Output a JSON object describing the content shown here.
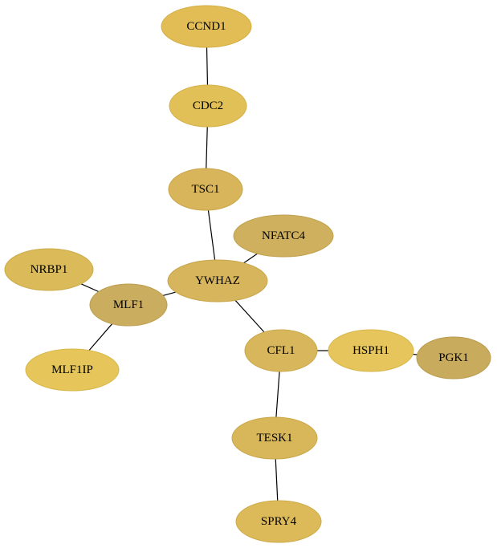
{
  "graph": {
    "nodes": [
      {
        "id": "CCND1",
        "label": "CCND1",
        "color": "#e2bd55",
        "stroke": "#d3ae45"
      },
      {
        "id": "CDC2",
        "label": "CDC2",
        "color": "#e2c058",
        "stroke": "#d3b148"
      },
      {
        "id": "TSC1",
        "label": "TSC1",
        "color": "#d8b55a",
        "stroke": "#c9a64a"
      },
      {
        "id": "NFATC4",
        "label": "NFATC4",
        "color": "#cfb05e",
        "stroke": "#c0a14e"
      },
      {
        "id": "YWHAZ",
        "label": "YWHAZ",
        "color": "#d6b55c",
        "stroke": "#c7a64c"
      },
      {
        "id": "NRBP1",
        "label": "NRBP1",
        "color": "#dbba59",
        "stroke": "#ccab49"
      },
      {
        "id": "MLF1",
        "label": "MLF1",
        "color": "#cbad60",
        "stroke": "#bc9e50"
      },
      {
        "id": "MLF1IP",
        "label": "MLF1IP",
        "color": "#e6c65a",
        "stroke": "#d7b74a"
      },
      {
        "id": "CFL1",
        "label": "CFL1",
        "color": "#d8b75c",
        "stroke": "#c9a84c"
      },
      {
        "id": "HSPH1",
        "label": "HSPH1",
        "color": "#e6c65c",
        "stroke": "#d7b74c"
      },
      {
        "id": "PGK1",
        "label": "PGK1",
        "color": "#c9ab5d",
        "stroke": "#ba9c4d"
      },
      {
        "id": "TESK1",
        "label": "TESK1",
        "color": "#d8b65a",
        "stroke": "#c9a74a"
      },
      {
        "id": "SPRY4",
        "label": "SPRY4",
        "color": "#dcba5a",
        "stroke": "#cdab4a"
      }
    ],
    "edges": [
      {
        "source": "CCND1",
        "target": "CDC2"
      },
      {
        "source": "CDC2",
        "target": "TSC1"
      },
      {
        "source": "TSC1",
        "target": "YWHAZ"
      },
      {
        "source": "NFATC4",
        "target": "YWHAZ"
      },
      {
        "source": "YWHAZ",
        "target": "MLF1"
      },
      {
        "source": "YWHAZ",
        "target": "CFL1"
      },
      {
        "source": "NRBP1",
        "target": "MLF1"
      },
      {
        "source": "MLF1",
        "target": "MLF1IP"
      },
      {
        "source": "CFL1",
        "target": "HSPH1"
      },
      {
        "source": "HSPH1",
        "target": "PGK1"
      },
      {
        "source": "CFL1",
        "target": "TESK1"
      },
      {
        "source": "TESK1",
        "target": "SPRY4"
      }
    ]
  }
}
